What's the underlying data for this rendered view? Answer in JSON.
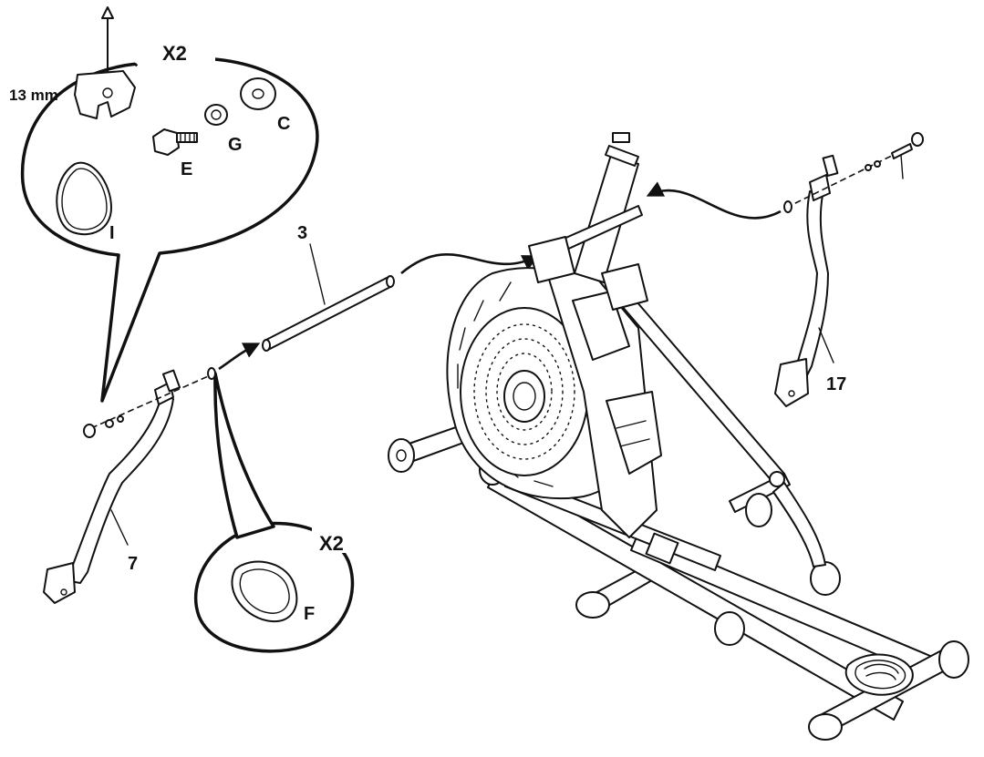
{
  "labels": {
    "size_13mm": "13 mm",
    "x2_top": "X2",
    "part_E": "E",
    "part_G": "G",
    "part_C": "C",
    "part_I": "I",
    "part_3": "3",
    "part_7": "7",
    "part_17": "17",
    "x2_bottom": "X2",
    "part_F": "F"
  },
  "colors": {
    "ink": "#111111",
    "paper": "#ffffff"
  }
}
